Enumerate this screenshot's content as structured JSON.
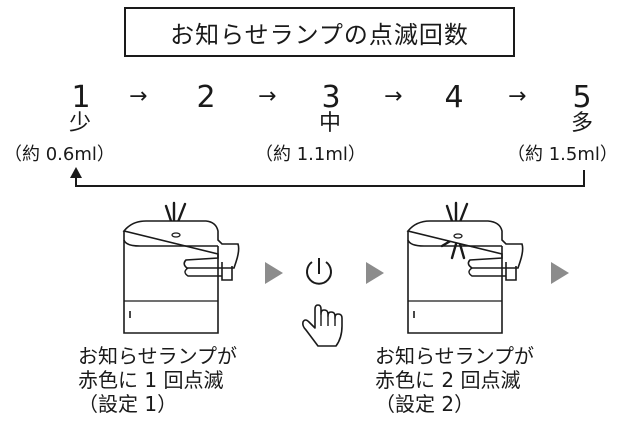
{
  "title": "お知らせランプの点滅回数",
  "steps": [
    {
      "number": "1",
      "level": "少",
      "volume": "（約 0.6ml）"
    },
    {
      "number": "2"
    },
    {
      "number": "3",
      "level": "中",
      "volume": "（約 1.1ml）"
    },
    {
      "number": "4"
    },
    {
      "number": "5",
      "level": "多",
      "volume": "（約 1.5ml）"
    }
  ],
  "arrow_glyph": "→",
  "captions": [
    {
      "line1": "お知らせランプが",
      "line2": "赤色に 1 回点滅",
      "line3": "（設定 1）"
    },
    {
      "line1": "お知らせランプが",
      "line2": "赤色に 2 回点滅",
      "line3": "（設定 2）"
    }
  ],
  "colors": {
    "ink": "#1a1a1a",
    "accent": "#8c8c8c"
  },
  "icons": [
    "dispenser-icon",
    "power-icon",
    "hand-pointer-icon",
    "play-arrow-icon"
  ]
}
